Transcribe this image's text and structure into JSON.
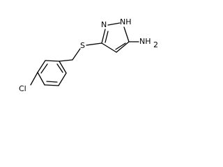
{
  "molecule": {
    "atoms": {
      "nh": "NH",
      "n": "N",
      "s": "S",
      "cl": "Cl",
      "nh2_main": "NH",
      "nh2_sub": "2"
    }
  }
}
